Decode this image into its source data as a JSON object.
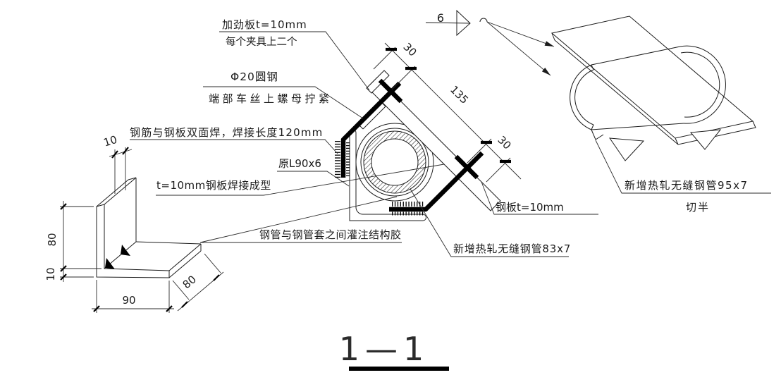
{
  "title": {
    "text": "1—1"
  },
  "weld_symbol": {
    "size": "6"
  },
  "callouts": {
    "stiffener": {
      "line1": "加劲板t=10mm",
      "line2": "每个夹具上二个"
    },
    "round_bar": {
      "line1": "Φ20圆钢",
      "line2": "端部车丝上螺母拧紧"
    },
    "rebar_weld": {
      "text": "钢筋与钢板双面焊，焊接长度120mm"
    },
    "original_angle": {
      "text": "原L90x6"
    },
    "formed_plate": {
      "text": "t=10mm钢板焊接成型"
    },
    "adhesive": {
      "text": "钢管与钢管套之间灌注结构胶"
    },
    "plate": {
      "text": "钢板t=10mm"
    },
    "pipe83": {
      "text": "新增热轧无缝钢管83x7"
    },
    "pipe95": {
      "line1": "新增热轧无缝钢管95x7",
      "line2": "切半"
    }
  },
  "dimensions": {
    "section": {
      "seg1": "30",
      "seg2": "135",
      "seg3": "30"
    },
    "angle": {
      "top_thickness": "10",
      "height": "80",
      "bottom_thickness": "10",
      "width": "90",
      "depth": "80"
    }
  },
  "colors": {
    "line": "#1c1c1c",
    "background": "#ffffff"
  }
}
